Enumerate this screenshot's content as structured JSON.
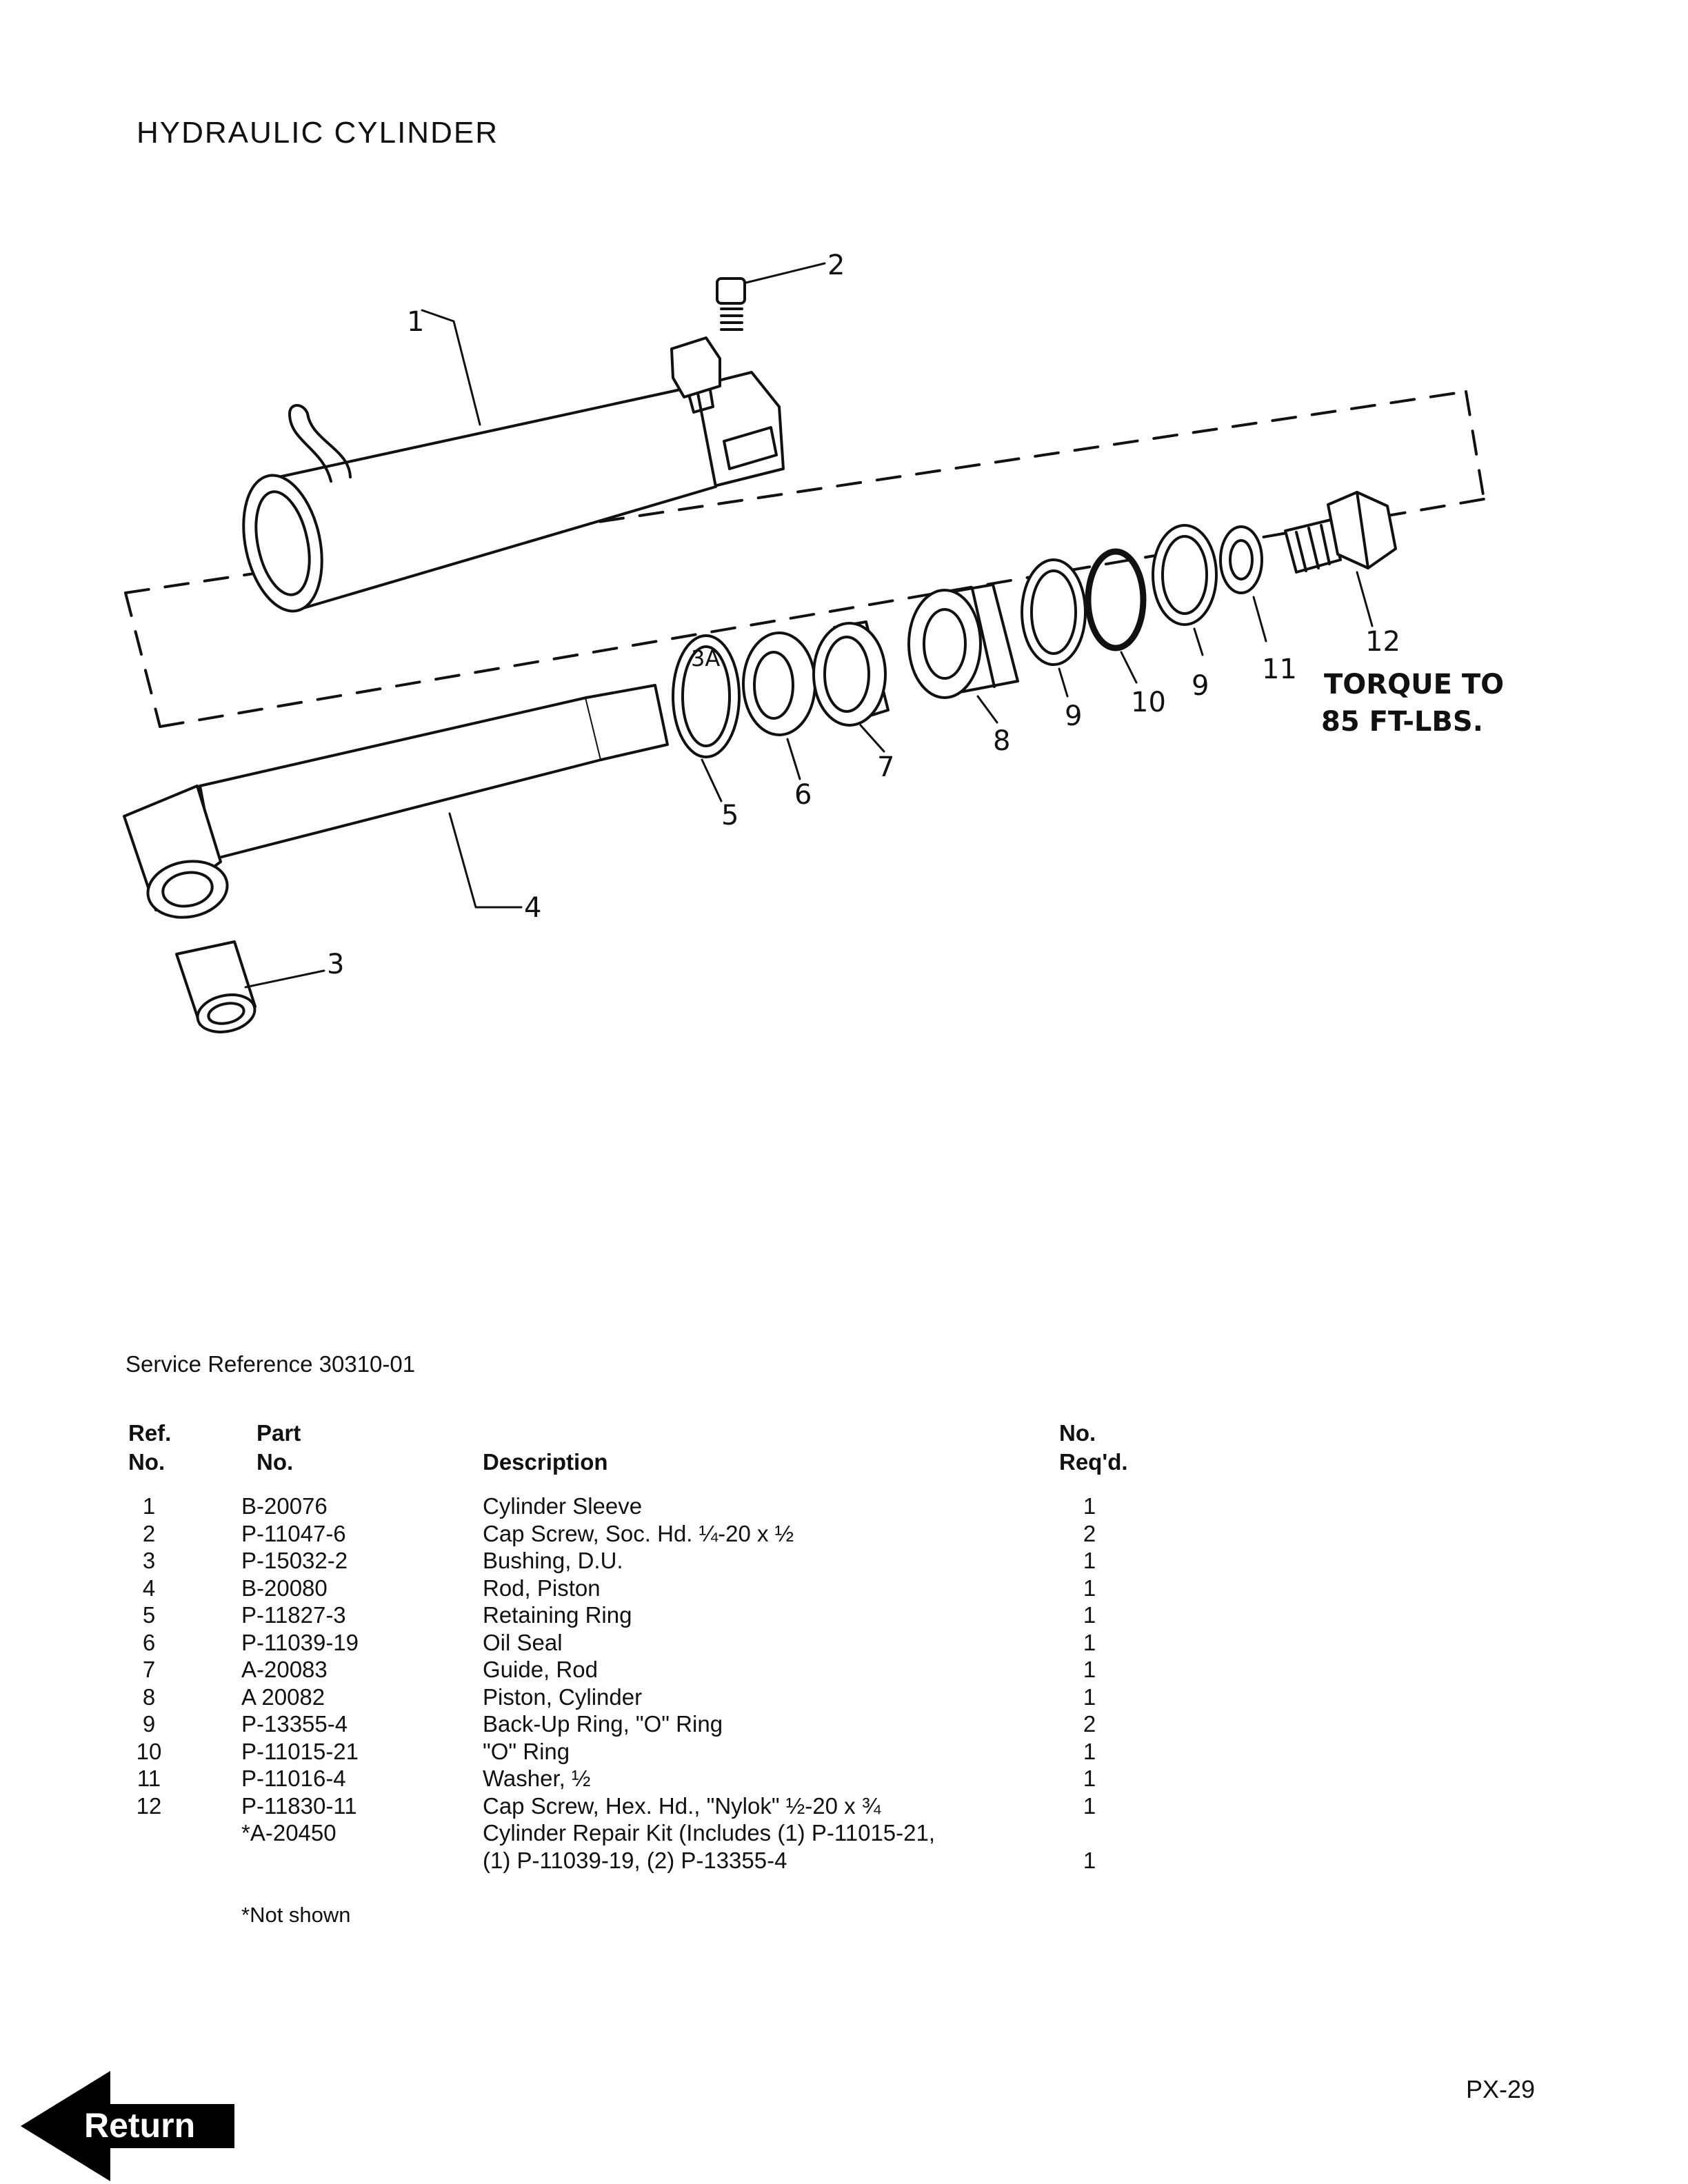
{
  "title": "HYDRAULIC CYLINDER",
  "diagram": {
    "callouts": [
      "1",
      "2",
      "3",
      "3A",
      "4",
      "5",
      "6",
      "7",
      "8",
      "9",
      "10",
      "9",
      "11",
      "12"
    ],
    "torque_note": [
      "TORQUE TO",
      "85 FT-LBS."
    ]
  },
  "service_reference": "Service Reference 30310-01",
  "table": {
    "headers": {
      "ref": [
        "Ref.",
        "No."
      ],
      "part": [
        "Part",
        "No."
      ],
      "description": "Description",
      "qty": [
        "No.",
        "Req'd."
      ]
    },
    "rows": [
      {
        "ref": "1",
        "part": "B-20076",
        "description": "Cylinder Sleeve",
        "qty": "1"
      },
      {
        "ref": "2",
        "part": "P-11047-6",
        "description": "Cap Screw, Soc. Hd. ¼-20 x ½",
        "qty": "2"
      },
      {
        "ref": "3",
        "part": "P-15032-2",
        "description": "Bushing, D.U.",
        "qty": "1"
      },
      {
        "ref": "4",
        "part": "B-20080",
        "description": "Rod, Piston",
        "qty": "1"
      },
      {
        "ref": "5",
        "part": "P-11827-3",
        "description": "Retaining Ring",
        "qty": "1"
      },
      {
        "ref": "6",
        "part": "P-11039-19",
        "description": "Oil Seal",
        "qty": "1"
      },
      {
        "ref": "7",
        "part": "A-20083",
        "description": "Guide, Rod",
        "qty": "1"
      },
      {
        "ref": "8",
        "part": "A 20082",
        "description": "Piston, Cylinder",
        "qty": "1"
      },
      {
        "ref": "9",
        "part": "P-13355-4",
        "description": "Back-Up Ring, \"O\" Ring",
        "qty": "2"
      },
      {
        "ref": "10",
        "part": "P-11015-21",
        "description": "\"O\" Ring",
        "qty": "1"
      },
      {
        "ref": "11",
        "part": "P-11016-4",
        "description": "Washer, ½",
        "qty": "1"
      },
      {
        "ref": "12",
        "part": "P-11830-11",
        "description": "Cap Screw, Hex. Hd., \"Nylok\" ½-20 x ¾",
        "qty": "1"
      },
      {
        "ref": "",
        "part": "*A-20450",
        "description": "Cylinder Repair Kit (Includes (1) P-11015-21,",
        "qty": ""
      }
    ],
    "kit_continuation": {
      "description": "(1) P-11039-19, (2) P-13355-4",
      "qty": "1"
    }
  },
  "footnote": "*Not shown",
  "page_number": "PX-29",
  "nav": {
    "return_label": "Return"
  }
}
